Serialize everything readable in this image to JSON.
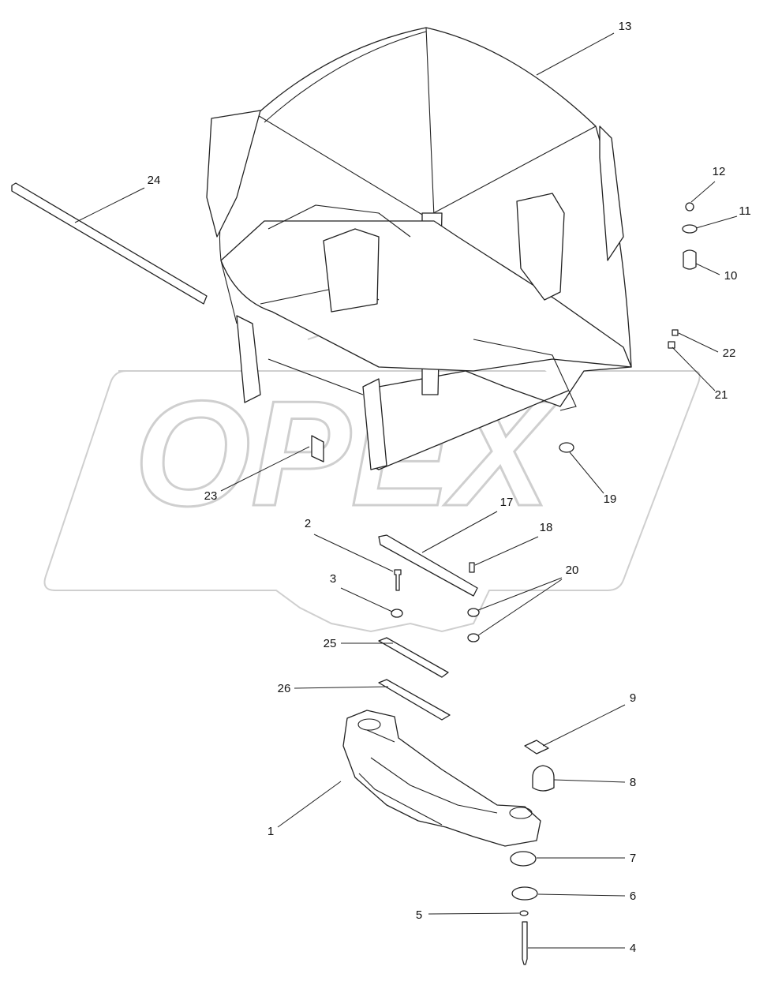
{
  "watermark": {
    "text": "OPEX",
    "color": "#cfcfcf"
  },
  "callouts": [
    {
      "id": "13",
      "part": "cab-frame"
    },
    {
      "id": "24",
      "part": "strip"
    },
    {
      "id": "12",
      "part": "nut"
    },
    {
      "id": "11",
      "part": "washer"
    },
    {
      "id": "10",
      "part": "spacer"
    },
    {
      "id": "22",
      "part": "small-fitting"
    },
    {
      "id": "21",
      "part": "small-fitting"
    },
    {
      "id": "19",
      "part": "grommet"
    },
    {
      "id": "23",
      "part": "plate"
    },
    {
      "id": "17",
      "part": "rail"
    },
    {
      "id": "2",
      "part": "bolt"
    },
    {
      "id": "18",
      "part": "screw"
    },
    {
      "id": "20",
      "part": "washers"
    },
    {
      "id": "3",
      "part": "washer"
    },
    {
      "id": "25",
      "part": "shim"
    },
    {
      "id": "26",
      "part": "shim"
    },
    {
      "id": "9",
      "part": "plate"
    },
    {
      "id": "8",
      "part": "mount-upper"
    },
    {
      "id": "1",
      "part": "cab-support-bracket"
    },
    {
      "id": "7",
      "part": "mount-lower"
    },
    {
      "id": "6",
      "part": "disc"
    },
    {
      "id": "5",
      "part": "washer"
    },
    {
      "id": "4",
      "part": "bolt"
    }
  ]
}
